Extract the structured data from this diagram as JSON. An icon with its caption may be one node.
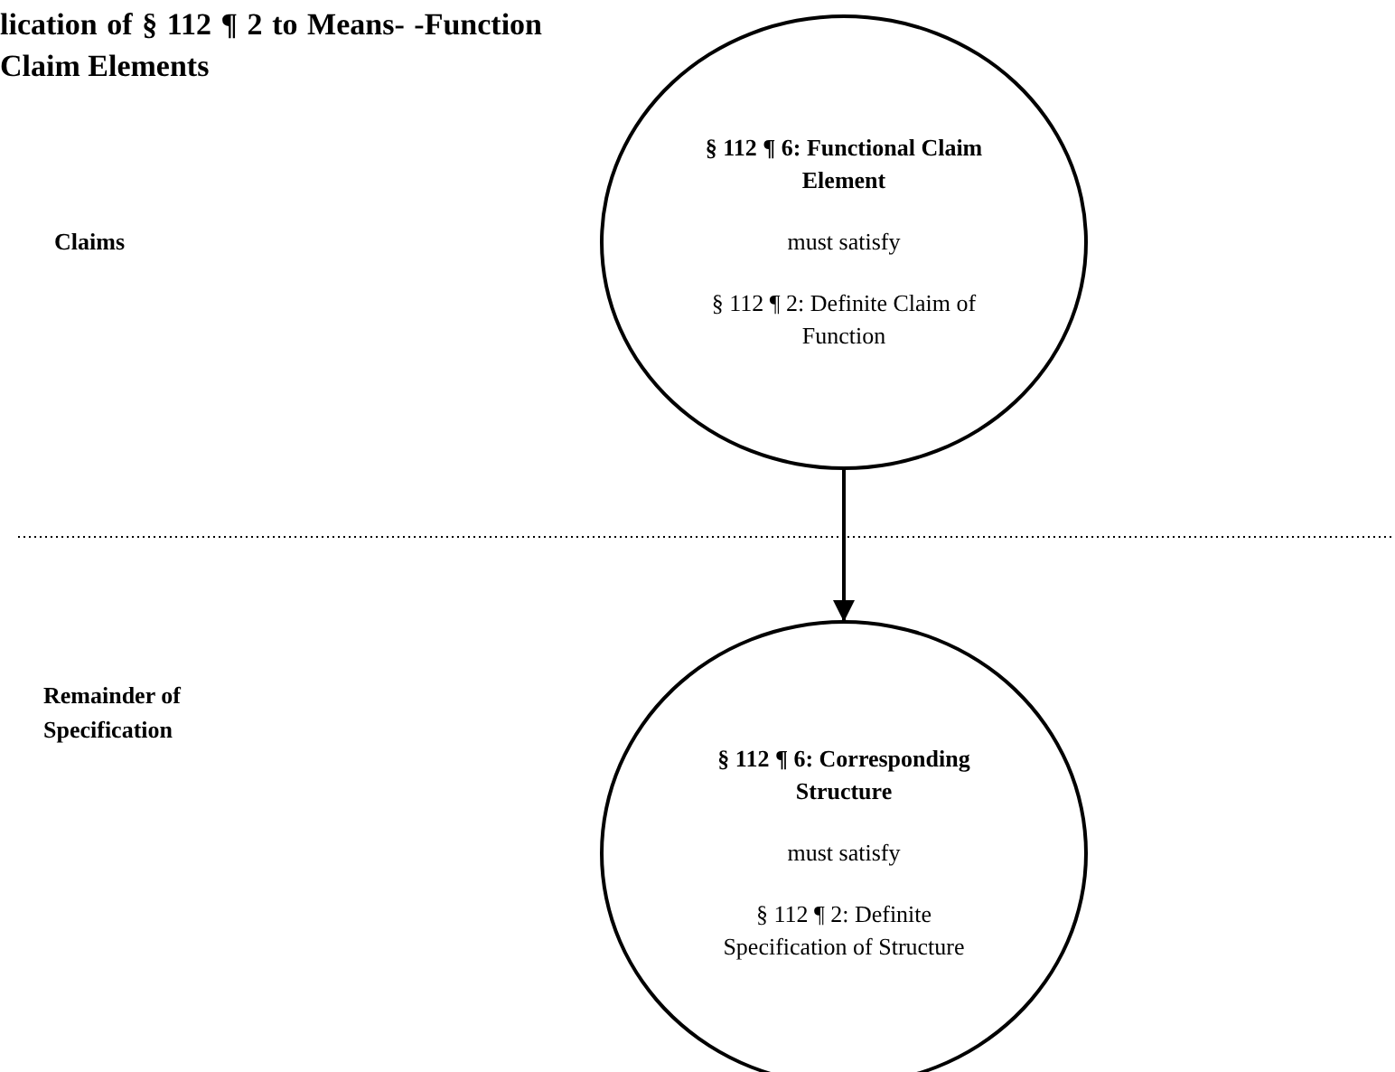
{
  "diagram": {
    "title": "lication of § 112 ¶ 2 to Means- -Function Claim Elements",
    "nodes": [
      {
        "text": [
          "§ 112 ¶ 6: Functional Claim Element",
          "must satisfy",
          "§ 112 ¶ 2: Definite Claim of Function"
        ]
      },
      {
        "text": [
          "§ 112 ¶ 6: Corresponding Structure",
          "must satisfy",
          "§ 112 ¶ 2: Definite Specification of Structure"
        ]
      }
    ],
    "edges": [
      {
        "from": 0,
        "to": 1,
        "arrow": "to"
      }
    ],
    "labels": [
      "Claims",
      "Remainder of Specification"
    ]
  }
}
